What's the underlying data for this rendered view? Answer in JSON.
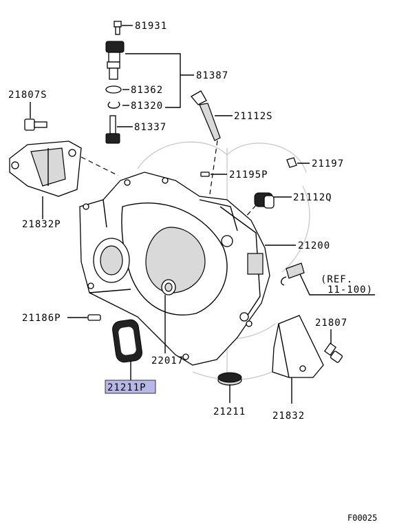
{
  "figure_code": "F00025",
  "highlight_color": "#b8b8e8",
  "parts": {
    "p81931": "81931",
    "p81387": "81387",
    "p81362": "81362",
    "p81320": "81320",
    "p81337": "81337",
    "p21807S": "21807S",
    "p21112S": "21112S",
    "p21832P": "21832P",
    "p21197": "21197",
    "p21195P": "21195P",
    "p21112Q": "21112Q",
    "p21200": "21200",
    "ref_line1": "(REF.",
    "ref_line2": "11-100)",
    "p21186P": "21186P",
    "p21807": "21807",
    "p22017": "22017",
    "p21211P": "21211P",
    "p21211": "21211",
    "p21832": "21832"
  }
}
